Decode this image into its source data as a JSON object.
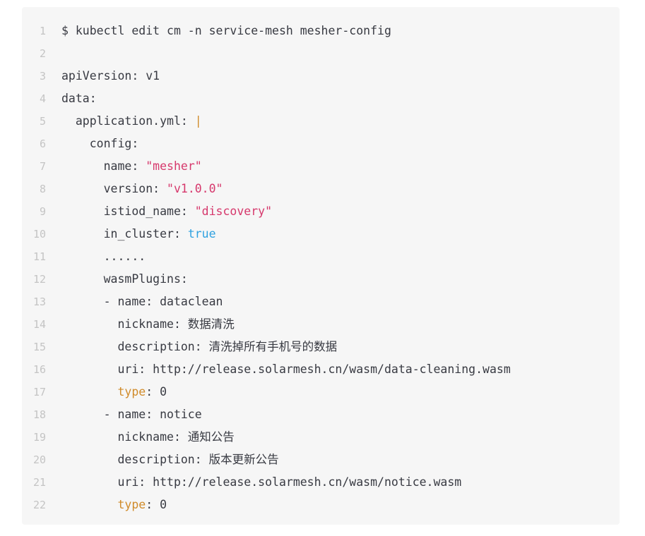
{
  "code_block": {
    "language": "yaml",
    "background_color": "#f6f6f6",
    "gutter_color": "#c4c4c4",
    "text_color": "#383a42",
    "string_color": "#d6386c",
    "boolean_color": "#2fa1e0",
    "key_highlight_color": "#d08b2a",
    "total_lines": 22,
    "lines": [
      {
        "number": "1",
        "text": "$ kubectl edit cm -n service-mesh mesher-config",
        "tokens": [
          {
            "t": "$ kubectl edit cm -n service-mesh mesher-config",
            "c": "plain"
          }
        ]
      },
      {
        "number": "2",
        "text": "",
        "tokens": [
          {
            "t": "",
            "c": "plain"
          }
        ]
      },
      {
        "number": "3",
        "text": "apiVersion: v1",
        "tokens": [
          {
            "t": "apiVersion: v1",
            "c": "plain"
          }
        ]
      },
      {
        "number": "4",
        "text": "data:",
        "tokens": [
          {
            "t": "data:",
            "c": "plain"
          }
        ]
      },
      {
        "number": "5",
        "text": "  application.yml: |",
        "tokens": [
          {
            "t": "  application.yml: ",
            "c": "plain"
          },
          {
            "t": "|",
            "c": "pipe"
          }
        ]
      },
      {
        "number": "6",
        "text": "    config:",
        "tokens": [
          {
            "t": "    config:",
            "c": "plain"
          }
        ]
      },
      {
        "number": "7",
        "text": "      name: \"mesher\"",
        "tokens": [
          {
            "t": "      name: ",
            "c": "plain"
          },
          {
            "t": "\"mesher\"",
            "c": "str"
          }
        ]
      },
      {
        "number": "8",
        "text": "      version: \"v1.0.0\"",
        "tokens": [
          {
            "t": "      version: ",
            "c": "plain"
          },
          {
            "t": "\"v1.0.0\"",
            "c": "str"
          }
        ]
      },
      {
        "number": "9",
        "text": "      istiod_name: \"discovery\"",
        "tokens": [
          {
            "t": "      istiod_name: ",
            "c": "plain"
          },
          {
            "t": "\"discovery\"",
            "c": "str"
          }
        ]
      },
      {
        "number": "10",
        "text": "      in_cluster: true",
        "tokens": [
          {
            "t": "      in_cluster: ",
            "c": "plain"
          },
          {
            "t": "true",
            "c": "bool"
          }
        ]
      },
      {
        "number": "11",
        "text": "      ......",
        "tokens": [
          {
            "t": "      ......",
            "c": "plain"
          }
        ]
      },
      {
        "number": "12",
        "text": "      wasmPlugins:",
        "tokens": [
          {
            "t": "      wasmPlugins:",
            "c": "plain"
          }
        ]
      },
      {
        "number": "13",
        "text": "      - name: dataclean",
        "tokens": [
          {
            "t": "      - name: dataclean",
            "c": "plain"
          }
        ]
      },
      {
        "number": "14",
        "text": "        nickname: 数据清洗",
        "tokens": [
          {
            "t": "        nickname: 数据清洗",
            "c": "plain"
          }
        ]
      },
      {
        "number": "15",
        "text": "        description: 清洗掉所有手机号的数据",
        "tokens": [
          {
            "t": "        description: 清洗掉所有手机号的数据",
            "c": "plain"
          }
        ]
      },
      {
        "number": "16",
        "text": "        uri: http://release.solarmesh.cn/wasm/data-cleaning.wasm",
        "tokens": [
          {
            "t": "        uri: http://release.solarmesh.cn/wasm/data-cleaning.wasm",
            "c": "plain"
          }
        ]
      },
      {
        "number": "17",
        "text": "        type: 0",
        "tokens": [
          {
            "t": "        ",
            "c": "plain"
          },
          {
            "t": "type",
            "c": "key"
          },
          {
            "t": ": 0",
            "c": "plain"
          }
        ]
      },
      {
        "number": "18",
        "text": "      - name: notice",
        "tokens": [
          {
            "t": "      - name: notice",
            "c": "plain"
          }
        ]
      },
      {
        "number": "19",
        "text": "        nickname: 通知公告",
        "tokens": [
          {
            "t": "        nickname: 通知公告",
            "c": "plain"
          }
        ]
      },
      {
        "number": "20",
        "text": "        description: 版本更新公告",
        "tokens": [
          {
            "t": "        description: 版本更新公告",
            "c": "plain"
          }
        ]
      },
      {
        "number": "21",
        "text": "        uri: http://release.solarmesh.cn/wasm/notice.wasm",
        "tokens": [
          {
            "t": "        uri: http://release.solarmesh.cn/wasm/notice.wasm",
            "c": "plain"
          }
        ]
      },
      {
        "number": "22",
        "text": "        type: 0",
        "tokens": [
          {
            "t": "        ",
            "c": "plain"
          },
          {
            "t": "type",
            "c": "key"
          },
          {
            "t": ": 0",
            "c": "plain"
          }
        ]
      }
    ]
  }
}
